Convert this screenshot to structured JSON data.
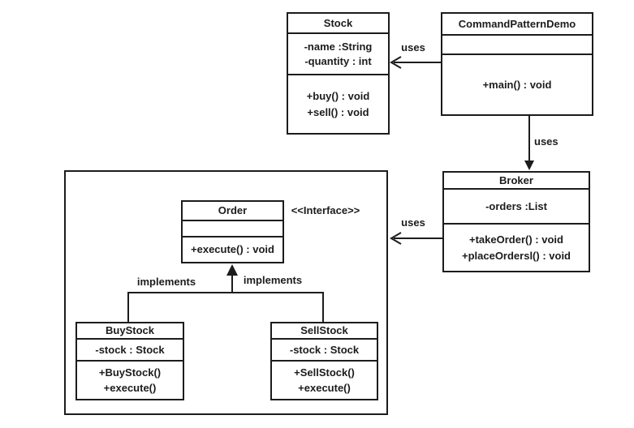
{
  "classes": {
    "stock": {
      "name": "Stock",
      "attributes": [
        "-name :String",
        "-quantity : int"
      ],
      "methods": [
        "+buy() : void",
        "+sell() : void"
      ]
    },
    "command_pattern_demo": {
      "name": "CommandPatternDemo",
      "attributes": [],
      "methods": [
        "+main() : void"
      ]
    },
    "broker": {
      "name": "Broker",
      "attributes": [
        "-orders :List"
      ],
      "methods": [
        "+takeOrder() : void",
        "+placeOrdersl() : void"
      ]
    },
    "order": {
      "name": "Order",
      "stereotype": "<<Interface>>",
      "attributes": [],
      "methods": [
        "+execute() : void"
      ]
    },
    "buy_stock": {
      "name": "BuyStock",
      "attributes": [
        "-stock : Stock"
      ],
      "methods": [
        "+BuyStock()",
        "+execute()"
      ]
    },
    "sell_stock": {
      "name": "SellStock",
      "attributes": [
        "-stock : Stock"
      ],
      "methods": [
        "+SellStock()",
        "+execute()"
      ]
    }
  },
  "relationships": {
    "demo_uses_stock": "uses",
    "demo_uses_broker": "uses",
    "broker_uses_order": "uses",
    "buystock_implements_order": "implements",
    "sellstock_implements_order": "implements"
  },
  "colors": {
    "line": "#1c1c1c",
    "text": "#1c1c1c",
    "background": "#ffffff"
  }
}
